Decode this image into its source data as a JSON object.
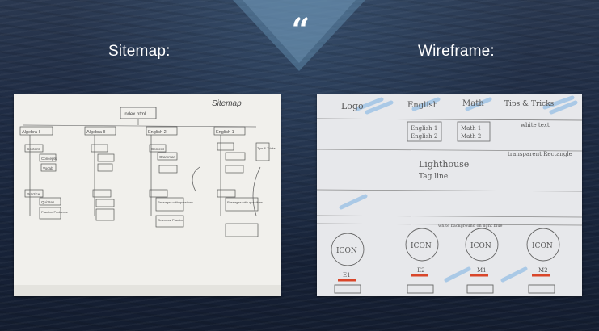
{
  "header": {
    "quote_mark": "“",
    "left_heading": "Sitemap:",
    "right_heading": "Wireframe:"
  },
  "sitemap_sketch": {
    "title": "Sitemap",
    "root": "index.html",
    "columns": [
      "Algebra I",
      "Algebra II",
      "English 2",
      "English 1"
    ],
    "nodes": [
      "Content",
      "Concepts",
      "Vocab",
      "Practice",
      "Quizzes",
      "Practice Problems",
      "Grammar",
      "Passages with questions",
      "Grammar Practice",
      "Tips & Tricks"
    ]
  },
  "wireframe_sketch": {
    "nav": [
      "Logo",
      "English",
      "Math",
      "Tips & Tricks"
    ],
    "dropdowns": [
      "English 1",
      "English 2",
      "Math 1",
      "Math 2"
    ],
    "note_right": "white text",
    "hero": "Lighthouse",
    "tagline": "Tag line",
    "hero_note": "transparent Rectangle",
    "icons": [
      "ICON",
      "ICON",
      "ICON",
      "ICON"
    ],
    "icon_labels": [
      "E1",
      "E2",
      "M1",
      "M2"
    ],
    "icon_note": "white background on light blue"
  }
}
